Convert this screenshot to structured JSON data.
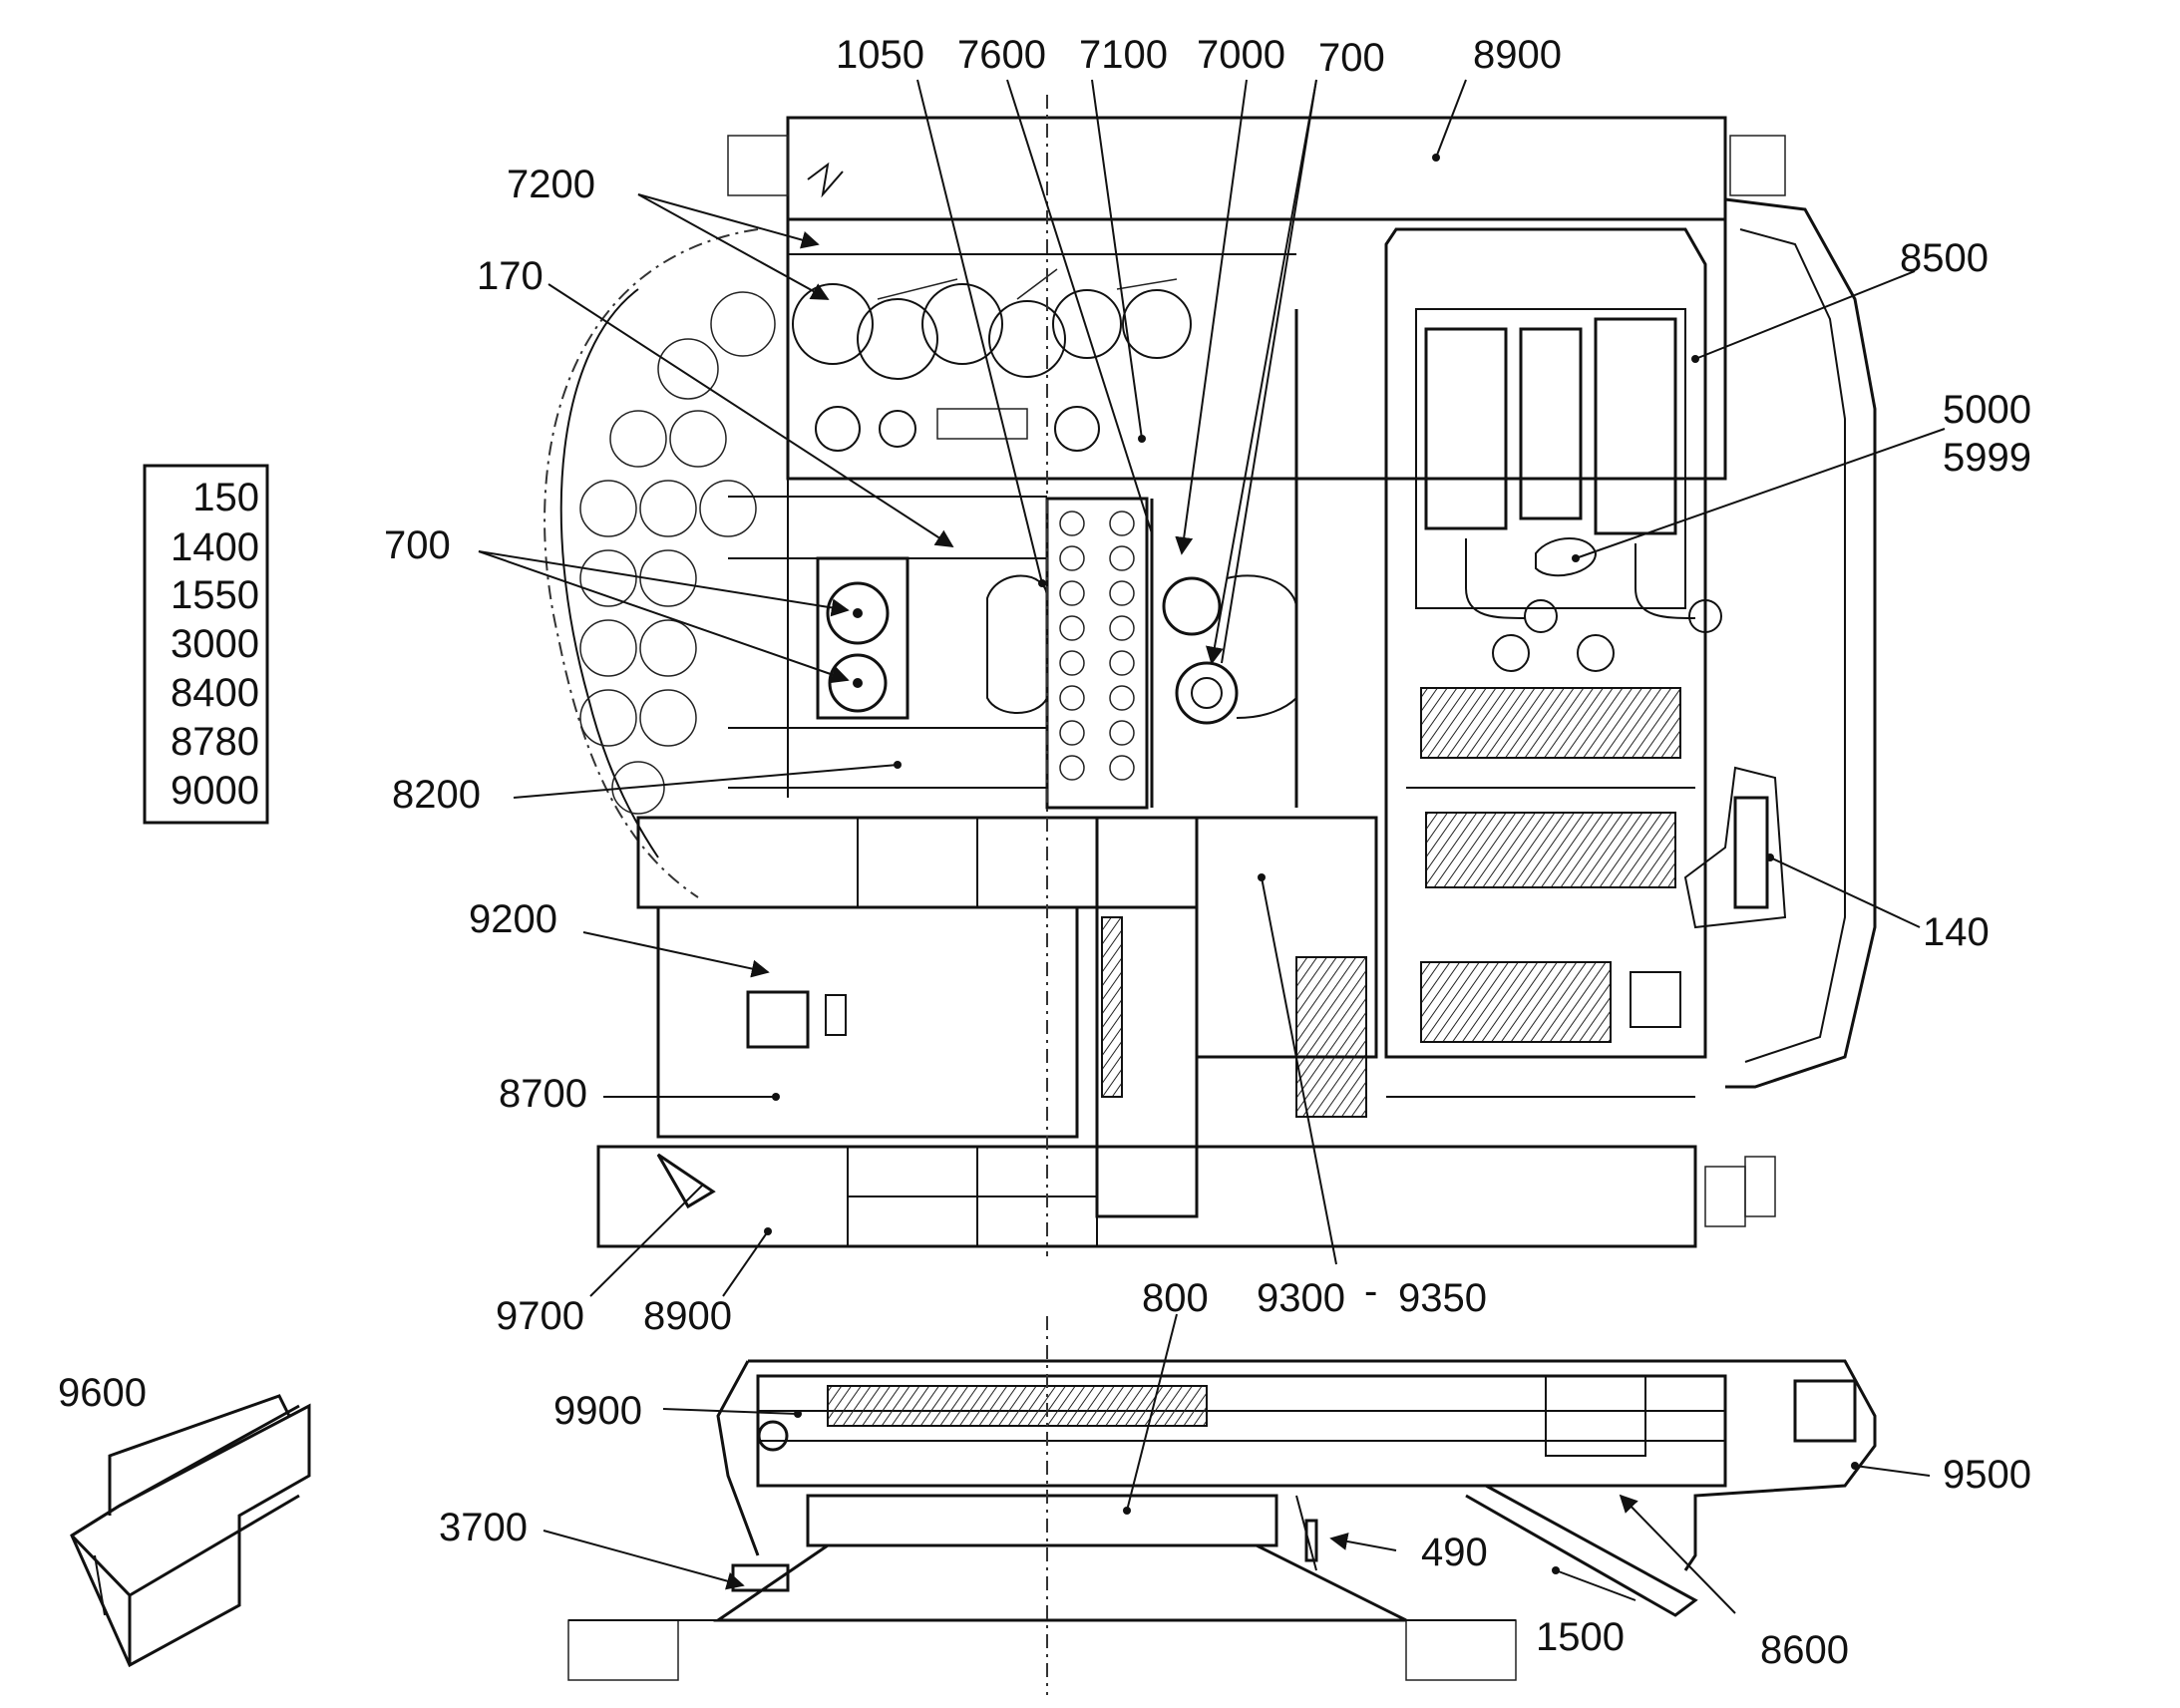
{
  "callouts": {
    "c1050": "1050",
    "c7600": "7600",
    "c7100": "7100",
    "c7000": "7000",
    "c700_top": "700",
    "c8900_top": "8900",
    "c7200": "7200",
    "c170": "170",
    "c8500": "8500",
    "c5000": "5000",
    "c5999": "5999",
    "c700_left": "700",
    "c8200": "8200",
    "c140": "140",
    "c9200": "9200",
    "c8700": "8700",
    "c9700": "9700",
    "c8900_bottom": "8900",
    "c800": "800",
    "c9300": "9300",
    "c9300_dash": "-",
    "c9350": "9350",
    "c9600": "9600",
    "c9900": "9900",
    "c9500": "9500",
    "c3700": "3700",
    "c490": "490",
    "c1500": "1500",
    "c8600": "8600"
  },
  "parts_list": [
    "150",
    "1400",
    "1550",
    "3000",
    "8400",
    "8780",
    "9000"
  ]
}
